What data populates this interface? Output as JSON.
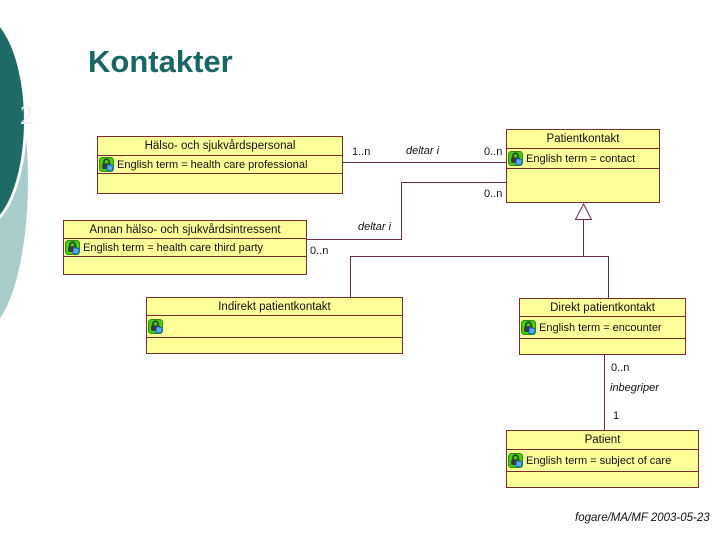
{
  "slide": {
    "page_number": "2",
    "title": "Kontakter",
    "footer": "fogare/MA/MF 2003-05-23"
  },
  "colors": {
    "box_fill": "#ffff99",
    "box_border": "#7b2c2c",
    "connector": "#6e2a4e",
    "title_color": "#1a6663",
    "accent_dark": "#1d6a66",
    "accent_light": "#a9cdca"
  },
  "diagram": {
    "type": "uml-class-diagram",
    "boxes": [
      {
        "title": "Hälso- och sjukvårdspersonal",
        "attribute": "English term = health care professional"
      },
      {
        "title": "Patientkontakt",
        "attribute": "English term = contact"
      },
      {
        "title": "Annan hälso- och sjukvårdsintressent",
        "attribute": "English term = health care third party"
      },
      {
        "title": "Indirekt patientkontakt",
        "attribute": ""
      },
      {
        "title": "Direkt patientkontakt",
        "attribute": "English term = encounter"
      },
      {
        "title": "Patient",
        "attribute": "English term = subject of care"
      }
    ],
    "associations": [
      {
        "from": "Hälso- och sjukvårdspersonal",
        "to": "Patientkontakt",
        "name": "deltar i",
        "from_mult": "1..n",
        "to_mult": "0..n"
      },
      {
        "from": "Annan hälso- och sjukvårdsintressent",
        "to": "Patientkontakt",
        "name": "deltar i",
        "from_mult": "0..n",
        "to_mult": "0..n"
      },
      {
        "from": "Patient",
        "to": "Direkt patientkontakt",
        "name": "inbegriper",
        "from_mult": "1",
        "to_mult": "0..n"
      }
    ],
    "generalizations": [
      {
        "parent": "Patientkontakt",
        "children": [
          "Indirekt patientkontakt",
          "Direkt patientkontakt"
        ]
      }
    ],
    "labels": {
      "a1_from_mult": "1..n",
      "a1_name": "deltar i",
      "a1_to_mult": "0..n",
      "a2_to_mult": "0..n",
      "a2_name": "deltar i",
      "a2_from_mult": "0..n",
      "a3_to_mult": "0..n",
      "a3_name": "inbegriper",
      "a3_from_mult": "1"
    }
  }
}
